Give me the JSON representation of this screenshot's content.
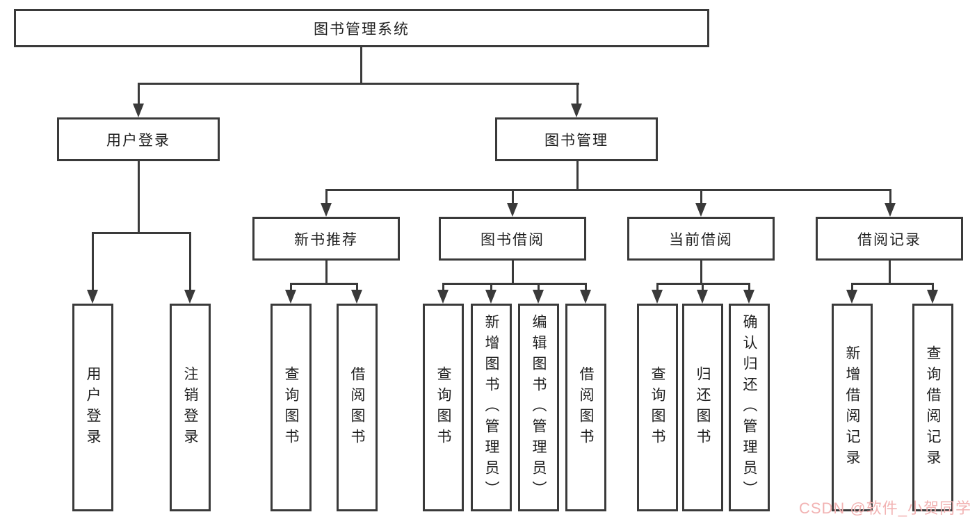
{
  "title": "图书管理系统",
  "branches": {
    "user_login": {
      "label": "用户登录",
      "children": [
        "用户登录",
        "注销登录"
      ]
    },
    "book_mgmt": {
      "label": "图书管理"
    },
    "new_books": {
      "label": "新书推荐",
      "children": [
        "查询图书",
        "借阅图书"
      ]
    },
    "borrow": {
      "label": "图书借阅",
      "children": [
        "查询图书",
        "新增图书（管理员）",
        "编辑图书（管理员）",
        "借阅图书"
      ]
    },
    "current": {
      "label": "当前借阅",
      "children": [
        "查询图书",
        "归还图书",
        "确认归还（管理员）"
      ]
    },
    "records": {
      "label": "借阅记录",
      "children": [
        "新增借阅记录",
        "查询借阅记录"
      ]
    }
  },
  "watermark": {
    "text": "CSDN @软件_小贺同学"
  },
  "colors": {
    "line": "#3a3a3a",
    "text": "#1f1f1f",
    "background": "#ffffff",
    "watermark": "#f2b3b3"
  }
}
